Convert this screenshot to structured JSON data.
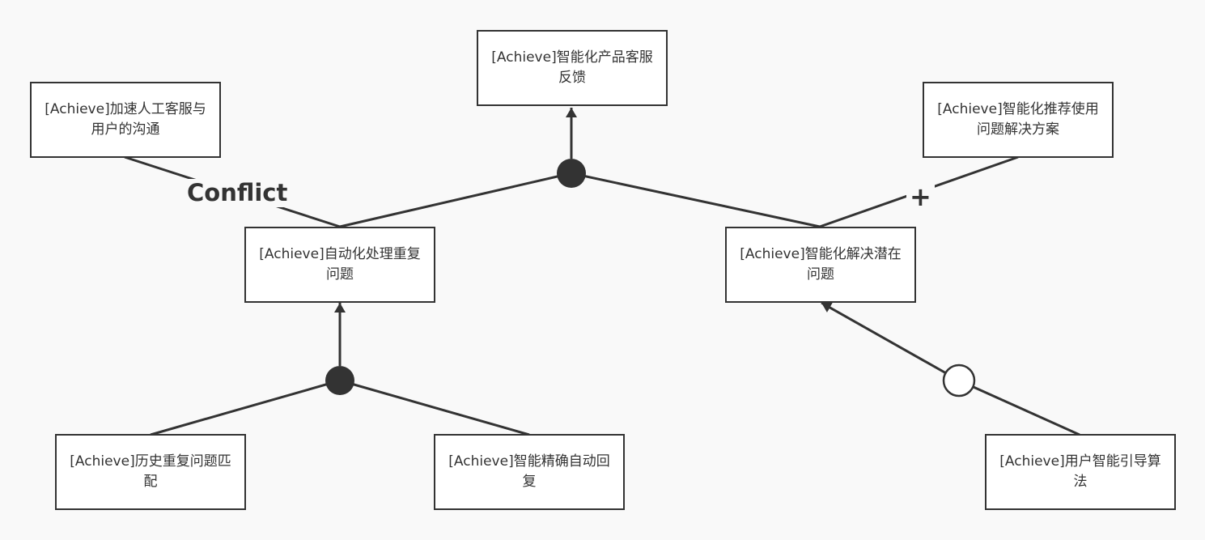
{
  "goals": {
    "root": "[Achieve]智能化产品客服反馈",
    "accelerate": "[Achieve]加速人工客服与用户的沟通",
    "recommend": "[Achieve]智能化推荐使用问题解决方案",
    "auto_process": "[Achieve]自动化处理重复问题",
    "smart_solve": "[Achieve]智能化解决潜在问题",
    "history_match": "[Achieve]历史重复问题匹配",
    "precise_reply": "[Achieve]智能精确自动回复",
    "guide_algo": "[Achieve]用户智能引导算法"
  },
  "edge_labels": {
    "conflict": "Conflict",
    "plus": "+"
  },
  "colors": {
    "line": "#333333",
    "background": "#f9f9f9",
    "box_fill": "#ffffff"
  }
}
